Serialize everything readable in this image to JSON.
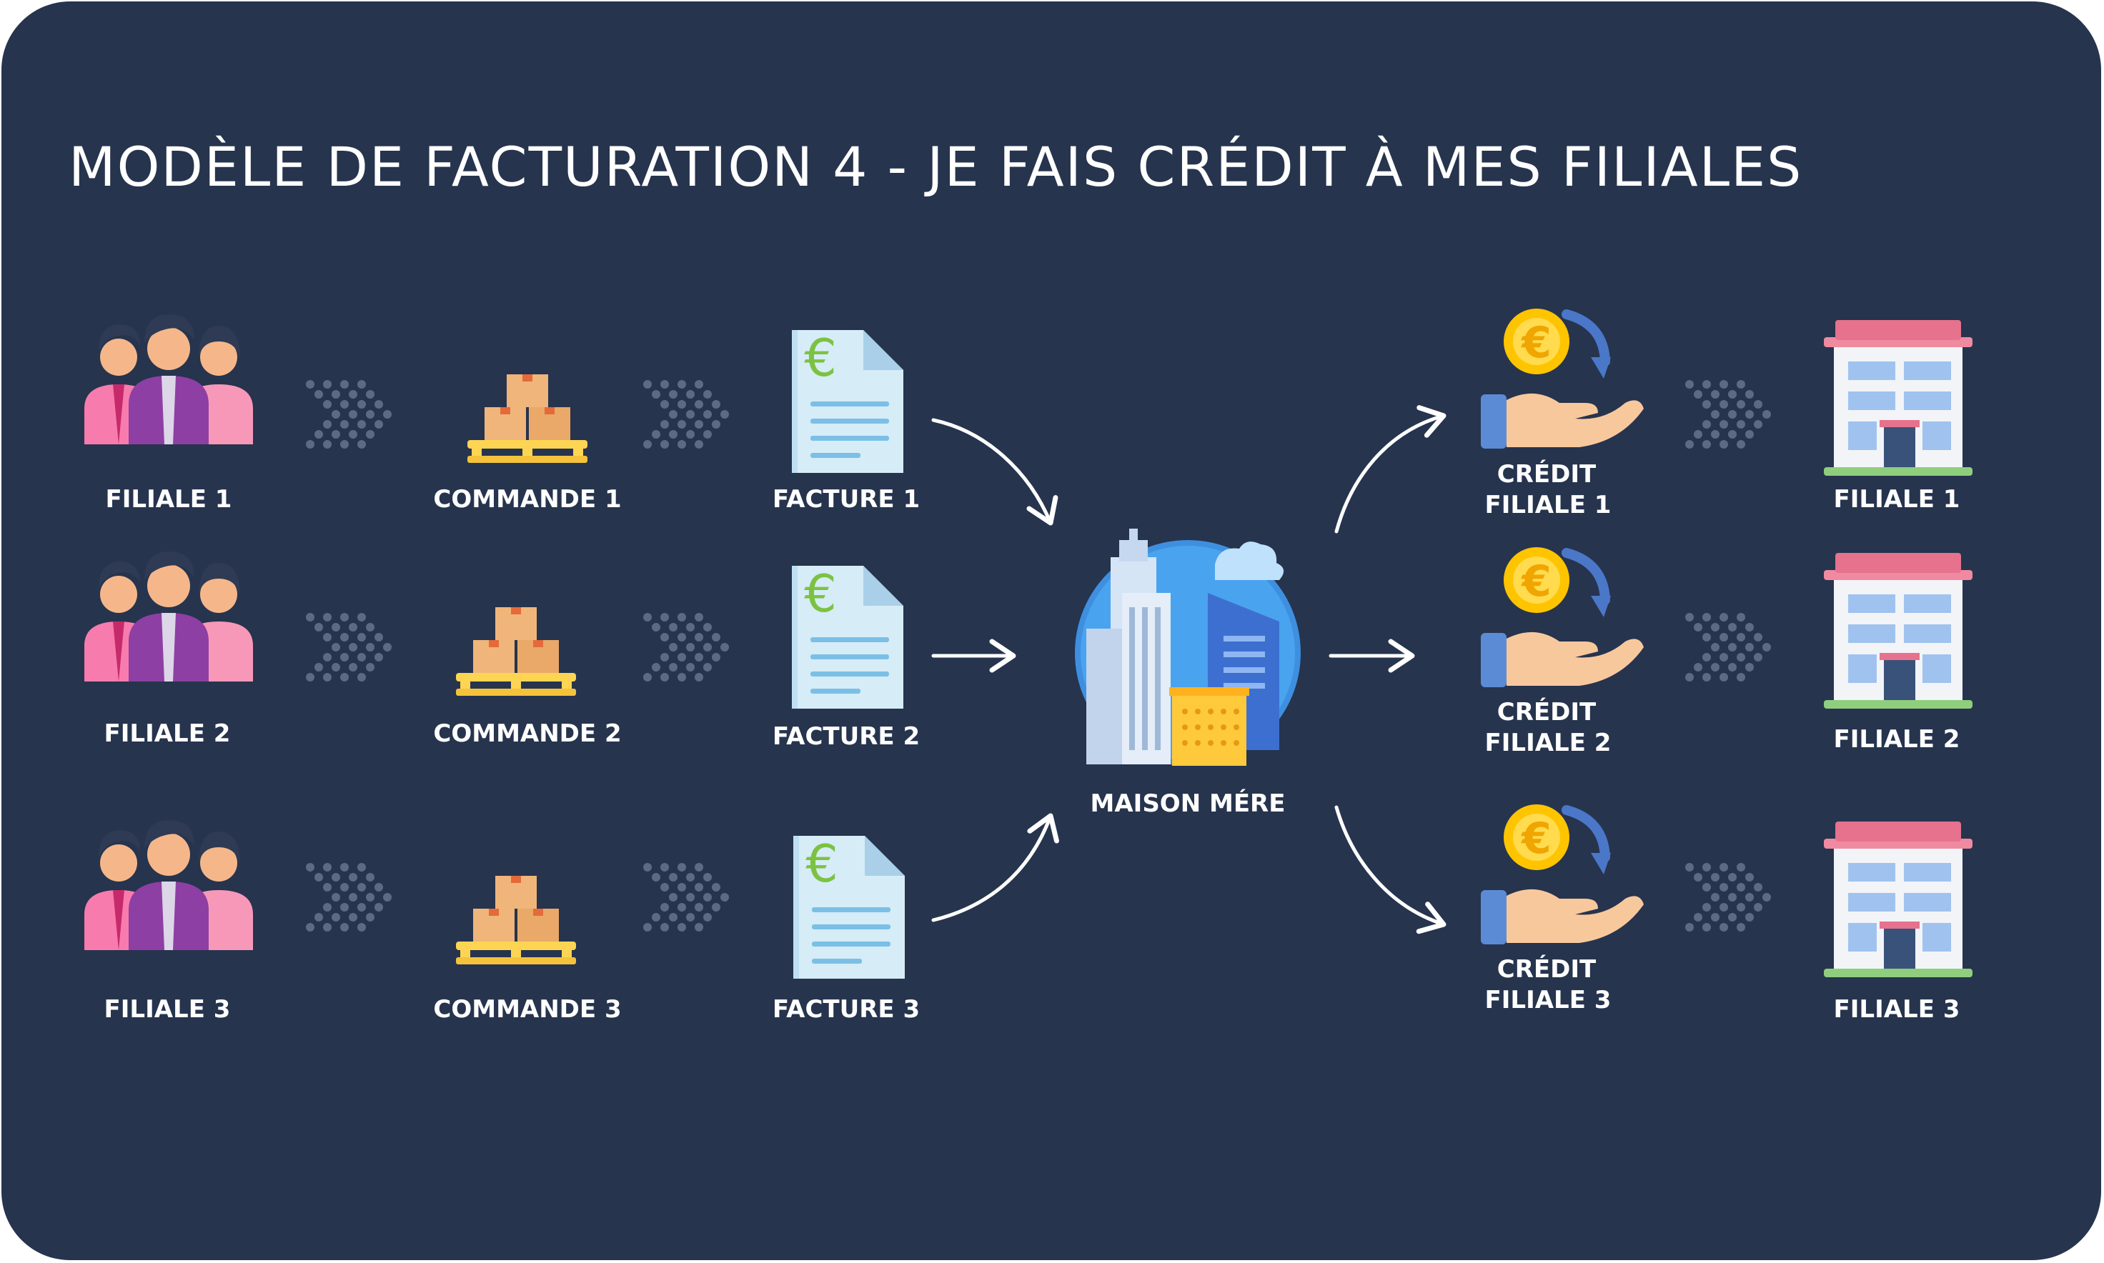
{
  "title": "MODÈLE DE FACTURATION 4 - JE FAIS CRÉDIT À MES FILIALES",
  "colors": {
    "background": "#26344e",
    "text": "#ffffff",
    "dots": "#5c6b83",
    "people_pink": "#f77cad",
    "people_purple": "#8e3fa3",
    "box": "#f0b57a",
    "pallet": "#fdd552",
    "invoice_paper": "#d6ecf7",
    "invoice_fold": "#a9d0e8",
    "euro": "#7cc242",
    "coin": "#ffc400",
    "credit_arrow": "#4b77c9",
    "hand": "#f8c89d",
    "sleeve": "#5c8bd6",
    "building_roof": "#f08aa0",
    "building_window": "#9fc3ee",
    "building_base": "#8fce7d",
    "circle_blue": "#3f8fe0"
  },
  "rows": [
    {
      "filiale_label": "FILIALE 1",
      "commande_label": "COMMANDE 1",
      "facture_label": "FACTURE 1",
      "credit_label_1": "CRÉDIT",
      "credit_label_2": "FILIALE 1",
      "destination_label": "FILIALE 1"
    },
    {
      "filiale_label": "FILIALE 2",
      "commande_label": "COMMANDE 2",
      "facture_label": "FACTURE 2",
      "credit_label_1": "CRÉDIT",
      "credit_label_2": "FILIALE 2",
      "destination_label": "FILIALE 2"
    },
    {
      "filiale_label": "FILIALE 3",
      "commande_label": "COMMANDE 3",
      "facture_label": "FACTURE 3",
      "credit_label_1": "CRÉDIT",
      "credit_label_2": "FILIALE 3",
      "destination_label": "FILIALE 3"
    }
  ],
  "hub": {
    "label": "MAISON MÉRE"
  },
  "icons": {
    "filiale": "people-group-icon",
    "commande": "boxes-pallet-icon",
    "facture": "euro-invoice-icon",
    "hub": "headquarters-buildings-icon",
    "credit": "coin-hand-icon",
    "destination": "office-building-icon",
    "connector": "dotted-chevron-arrow-icon"
  }
}
